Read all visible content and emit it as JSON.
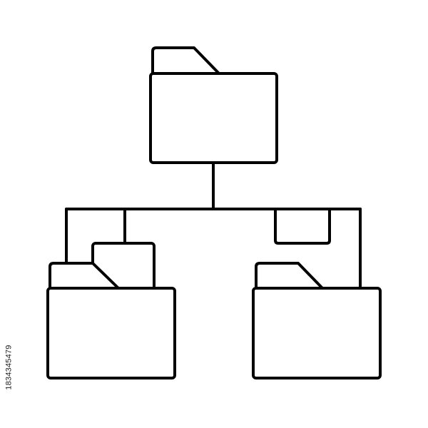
{
  "image": {
    "subject": "folder-hierarchy-icon",
    "style": "black outline line icon on white background",
    "stroke_color": "#000000",
    "background_color": "#ffffff"
  },
  "icons": {
    "root_folder": "folder-icon",
    "left_folder": "folder-stack-icon",
    "right_folder": "folder-icon",
    "connector": "tree-connector-lines"
  },
  "watermark": {
    "stock_id": "1834345479"
  }
}
